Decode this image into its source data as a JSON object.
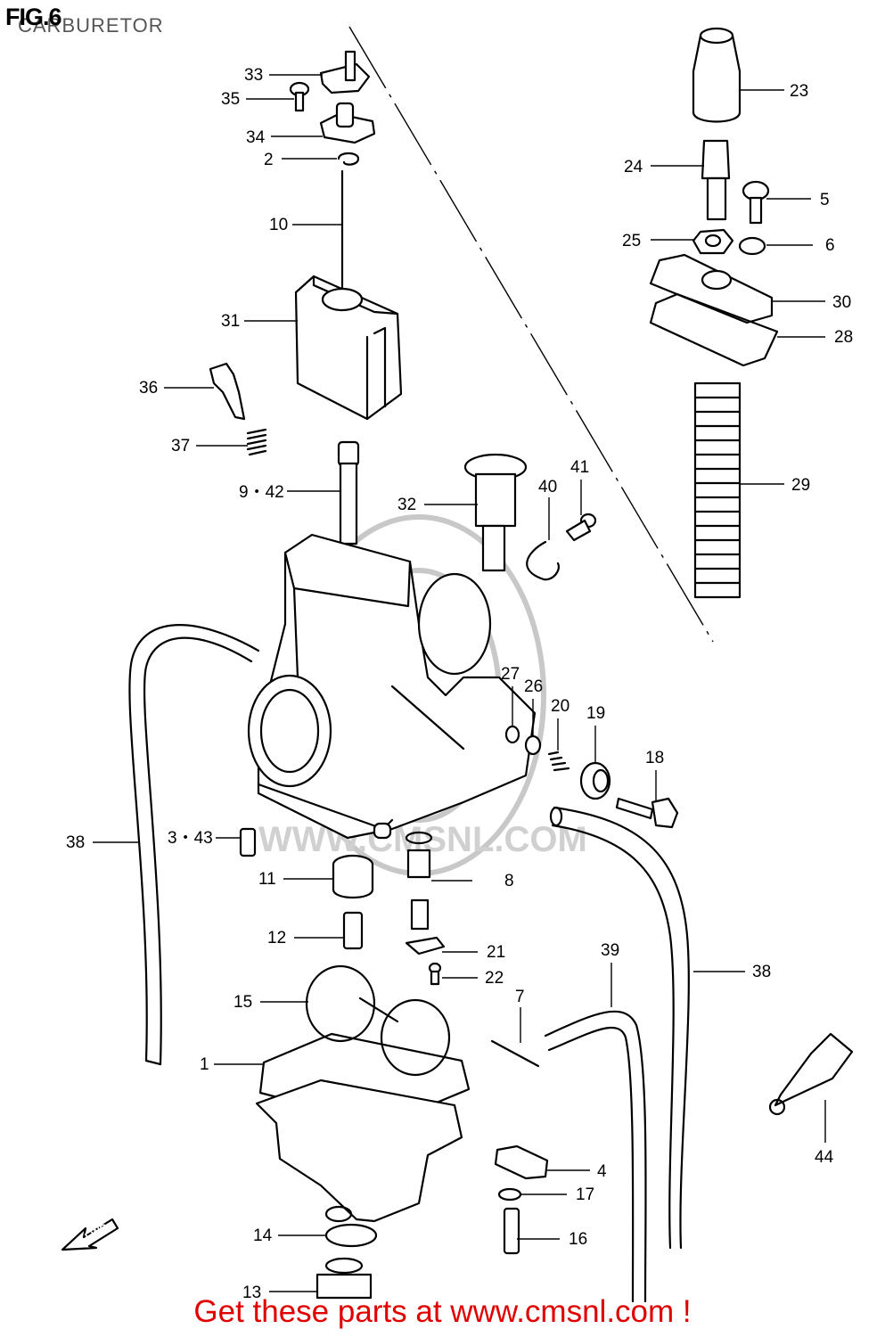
{
  "figure": {
    "title": "FIG.6",
    "subtitle": "CARBURETOR"
  },
  "footer": {
    "text": "Get these parts at www.cmsnl.com !",
    "color": "#e00000"
  },
  "watermark": {
    "text": "WWW.CMSNL.COM",
    "color": "#c8c8c8"
  },
  "fwd_arrow": {
    "label": "FWD"
  },
  "callouts": [
    {
      "id": "33",
      "label": "33"
    },
    {
      "id": "35",
      "label": "35"
    },
    {
      "id": "34",
      "label": "34"
    },
    {
      "id": "2",
      "label": "2"
    },
    {
      "id": "10",
      "label": "10"
    },
    {
      "id": "31",
      "label": "31"
    },
    {
      "id": "36",
      "label": "36"
    },
    {
      "id": "37",
      "label": "37"
    },
    {
      "id": "9-42",
      "label": "9・42"
    },
    {
      "id": "32",
      "label": "32"
    },
    {
      "id": "40",
      "label": "40"
    },
    {
      "id": "41",
      "label": "41"
    },
    {
      "id": "23",
      "label": "23"
    },
    {
      "id": "24",
      "label": "24"
    },
    {
      "id": "5",
      "label": "5"
    },
    {
      "id": "25",
      "label": "25"
    },
    {
      "id": "6",
      "label": "6"
    },
    {
      "id": "30",
      "label": "30"
    },
    {
      "id": "28",
      "label": "28"
    },
    {
      "id": "29",
      "label": "29"
    },
    {
      "id": "27",
      "label": "27"
    },
    {
      "id": "26",
      "label": "26"
    },
    {
      "id": "20",
      "label": "20"
    },
    {
      "id": "19",
      "label": "19"
    },
    {
      "id": "18",
      "label": "18"
    },
    {
      "id": "38a",
      "label": "38"
    },
    {
      "id": "3-43",
      "label": "3・43"
    },
    {
      "id": "11",
      "label": "11"
    },
    {
      "id": "8",
      "label": "8"
    },
    {
      "id": "12",
      "label": "12"
    },
    {
      "id": "21",
      "label": "21"
    },
    {
      "id": "22",
      "label": "22"
    },
    {
      "id": "39",
      "label": "39"
    },
    {
      "id": "38b",
      "label": "38"
    },
    {
      "id": "15",
      "label": "15"
    },
    {
      "id": "7",
      "label": "7"
    },
    {
      "id": "1",
      "label": "1"
    },
    {
      "id": "4",
      "label": "4"
    },
    {
      "id": "17",
      "label": "17"
    },
    {
      "id": "44",
      "label": "44"
    },
    {
      "id": "14",
      "label": "14"
    },
    {
      "id": "16",
      "label": "16"
    },
    {
      "id": "13",
      "label": "13"
    }
  ]
}
